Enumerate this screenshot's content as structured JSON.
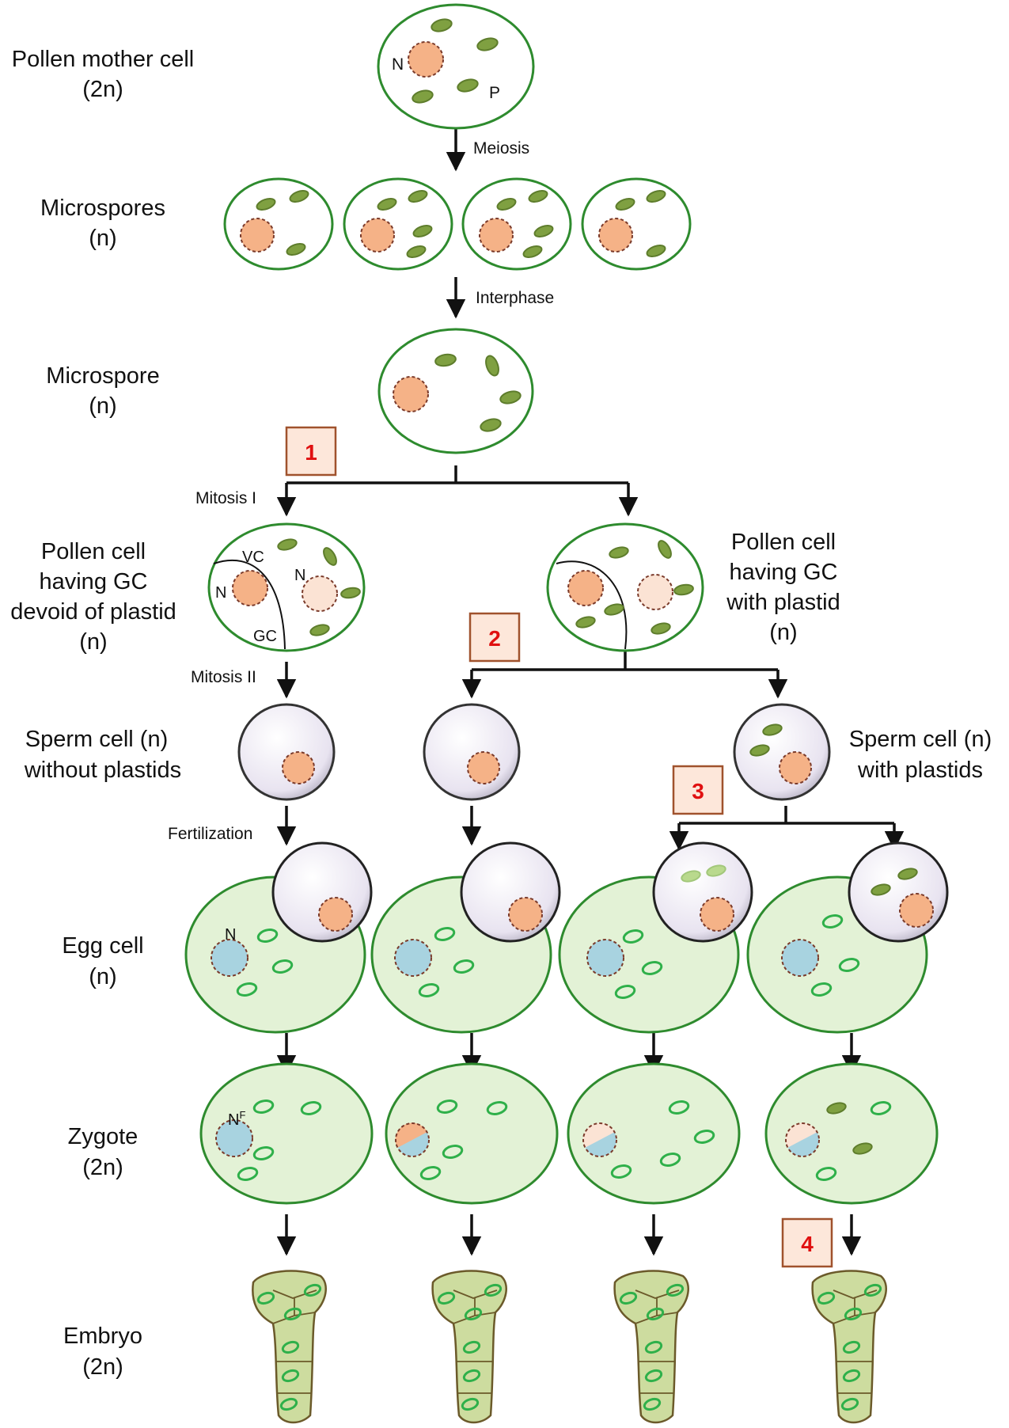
{
  "stages": [
    {
      "line1": "Pollen mother cell",
      "line2": "(2n)"
    },
    {
      "line1": "Microspores",
      "line2": "(n)"
    },
    {
      "line1": "Microspore",
      "line2": "(n)"
    },
    {
      "line1": "Pollen cell",
      "line2": "having GC",
      "line3": "devoid of plastid",
      "line4": "(n)"
    },
    {
      "line1": "Sperm cell (n)",
      "line2": "without plastids"
    },
    {
      "line1": "Egg cell",
      "line2": "(n)"
    },
    {
      "line1": "Zygote",
      "line2": "(2n)"
    },
    {
      "line1": "Embryo",
      "line2": "(2n)"
    }
  ],
  "right_labels": {
    "pollen_with_plastid": {
      "line1": "Pollen cell",
      "line2": "having GC",
      "line3": "with plastid",
      "line4": "(n)"
    },
    "sperm_with_plastids": {
      "line1": "Sperm cell (n)",
      "line2": "with plastids"
    }
  },
  "processes": {
    "meiosis": "Meiosis",
    "interphase": "Interphase",
    "mitosis1": "Mitosis I",
    "mitosis2": "Mitosis II",
    "fertilization": "Fertilization"
  },
  "cell_labels": {
    "nucleus": "N",
    "plastid": "P",
    "vegetative_cell": "VC",
    "generative_cell": "GC",
    "nucleus_female": "N",
    "female_superscript": "F"
  },
  "numbered_boxes": [
    "1",
    "2",
    "3",
    "4"
  ],
  "colors": {
    "cell_outline": "#2e8b2e",
    "egg_fill": "#e3f2d6",
    "nucleus_paternal": "#f5b287",
    "nucleus_pale": "#fbe3d4",
    "nucleus_maternal": "#a8d3e0",
    "nucleus_border": "#7a3a2a",
    "plastid_paternal": "#7fa041",
    "plastid_maternal": "#2fb04a",
    "sperm_fill": "#eeeaf4",
    "embryo_fill": "#cddc9f",
    "box_fill": "#fde7da",
    "box_border": "#a0522d",
    "box_number": "#e01010"
  }
}
